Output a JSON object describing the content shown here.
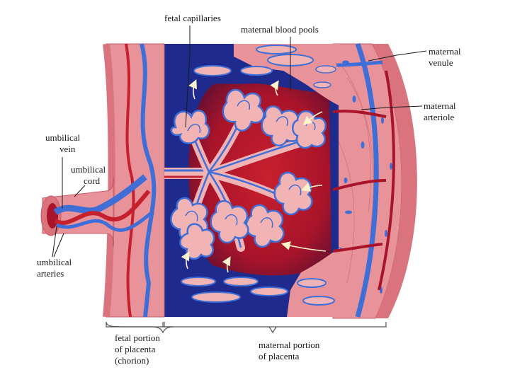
{
  "labels": {
    "fetal_capillaries": "fetal capillaries",
    "maternal_blood_pools": "maternal blood pools",
    "maternal_venule": [
      "maternal",
      "venule"
    ],
    "maternal_arteriole": [
      "maternal",
      "arteriole"
    ],
    "umbilical_vein": [
      "umbilical",
      "vein"
    ],
    "umbilical_cord": [
      "umbilical",
      "cord"
    ],
    "umbilical_arteries": [
      "umbilical",
      "arteries"
    ],
    "fetal_portion": [
      "fetal portion",
      "of placenta",
      "(chorion)"
    ],
    "maternal_portion": [
      "maternal portion",
      "of placenta"
    ]
  },
  "colors": {
    "tissue": "#e8939a",
    "tissue_light": "#f2b3b5",
    "tissue_dark": "#c85a64",
    "blood_pool": "#b8182a",
    "blood_pool_deep": "#7a0d1e",
    "deoxy_space": "#1e2a8c",
    "vein_blue": "#3f6fd6",
    "artery_red": "#c4202e",
    "arrow_cream": "#fff3c9"
  }
}
